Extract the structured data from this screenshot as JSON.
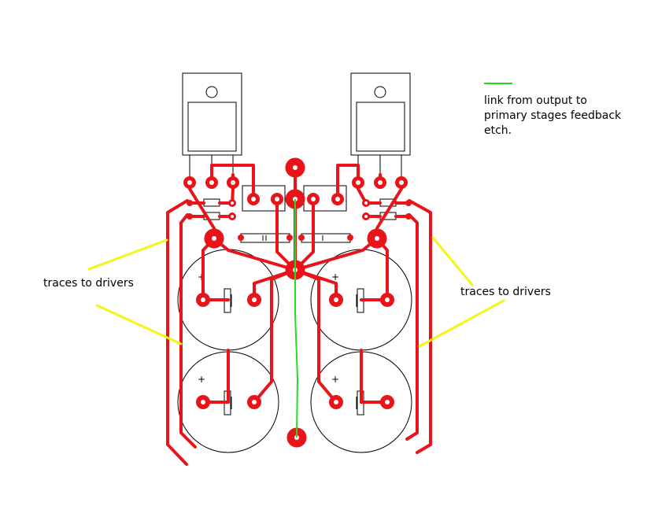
{
  "legend": {
    "text_line1": "link from output  to",
    "text_line2": "primary stages feedback",
    "text_line3": "etch.",
    "line_color": "#22dd22"
  },
  "labels": {
    "left": "traces to drivers",
    "right": "traces to drivers"
  },
  "capacitor_polarity": "+",
  "colors": {
    "trace": "#e8141a",
    "link": "#22dd22",
    "callout": "#f5f51a",
    "outline": "#000000"
  }
}
